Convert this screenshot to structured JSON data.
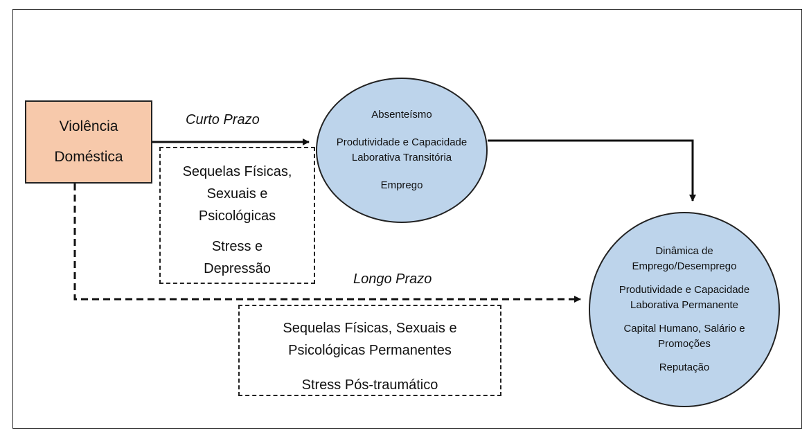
{
  "source": {
    "lines": [
      "Violência",
      "Doméstica"
    ]
  },
  "short_term": {
    "label": "Curto Prazo",
    "consequences": [
      "Sequelas Físicas,",
      "Sexuais e",
      "Psicológicas",
      "Stress e",
      "Depressão"
    ],
    "outcomes": [
      "Absenteísmo",
      "Produtividade e Capacidade",
      "Laborativa Transitória",
      "Emprego"
    ]
  },
  "long_term": {
    "label": "Longo Prazo",
    "consequences": [
      "Sequelas Físicas, Sexuais e",
      "Psicológicas Permanentes",
      "Stress Pós-traumático"
    ],
    "outcomes": [
      "Dinâmica de",
      "Emprego/Desemprego",
      "Produtividade e Capacidade",
      "Laborativa Permanente",
      "Capital Humano, Salário e",
      "Promoções",
      "Reputação"
    ]
  },
  "colors": {
    "source_fill": "#f7c9ab",
    "outcome_fill": "#bdd4eb",
    "line": "#111111"
  }
}
